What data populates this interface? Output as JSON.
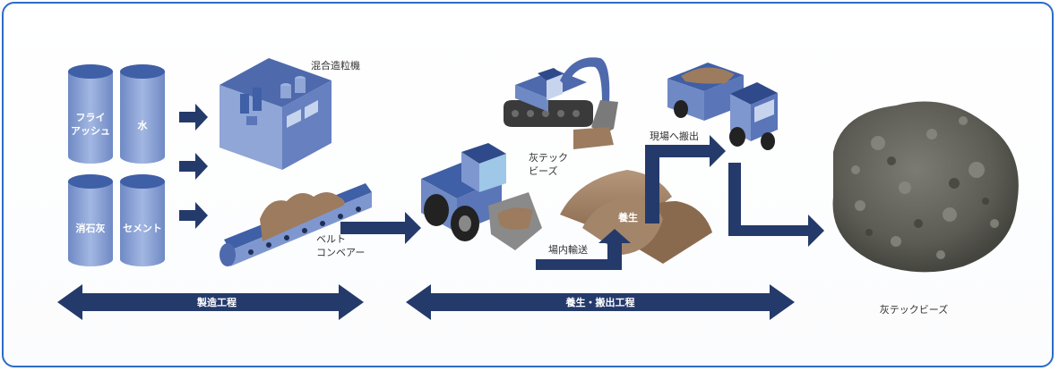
{
  "materials": {
    "fly_ash_line1": "フライ",
    "fly_ash_line2": "アッシュ",
    "water": "水",
    "slaked_lime": "消石灰",
    "cement": "セメント"
  },
  "equipment": {
    "mixer": "混合造粒機",
    "conveyor_line1": "ベルト",
    "conveyor_line2": "コンベアー",
    "product_near_excavator_line1": "灰テック",
    "product_near_excavator_line2": "ビーズ"
  },
  "process": {
    "curing": "養生",
    "onsite_transport": "場内輸送",
    "ship_to_site": "現場へ搬出"
  },
  "bands": {
    "manufacturing": "製造工程",
    "curing_shipping": "養生・搬出工程"
  },
  "product": {
    "name": "灰テックビーズ"
  },
  "colors": {
    "arrow": "#243a6b",
    "cylinder": "#8ea6d8",
    "machine": "#7f97cf",
    "soil": "#9c7b5e"
  }
}
